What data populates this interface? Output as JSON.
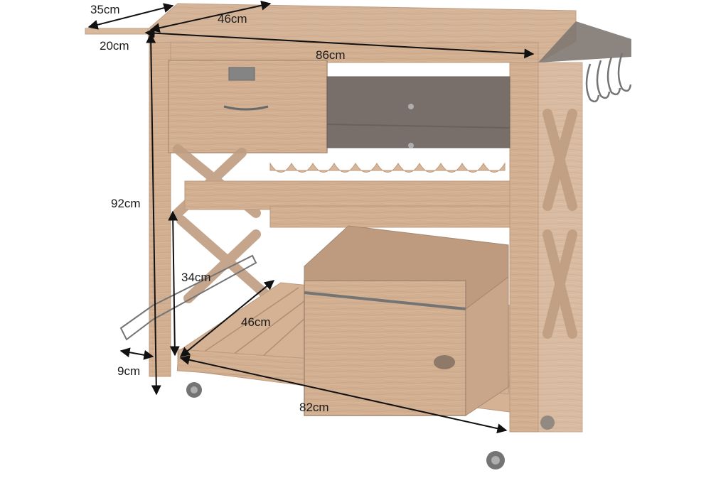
{
  "product": {
    "name": "wooden kitchen trolley",
    "wood_color": "#b9855a",
    "wood_dark": "#8a5a34",
    "drawer_dark": "#3a2c24",
    "metal_color": "#333333"
  },
  "dimensions": {
    "drop_leaf_width": "35cm",
    "depth_top": "46cm",
    "drop_leaf_depth": "20cm",
    "width_top": "86cm",
    "height_total": "92cm",
    "shelf_clearance": "34cm",
    "depth_bottom": "46cm",
    "wheel_offset": "9cm",
    "width_bottom": "82cm"
  }
}
